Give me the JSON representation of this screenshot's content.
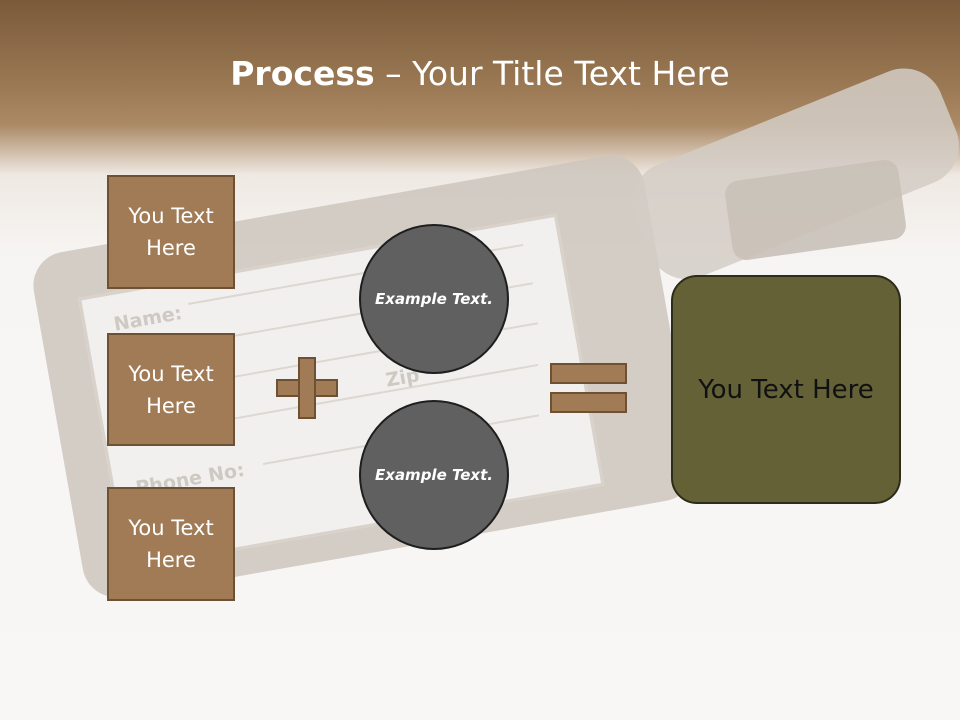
{
  "slide": {
    "title_bold": "Process",
    "title_rest": " – Your Title Text Here",
    "background_labels": [
      "Name:",
      "Zip",
      "Phone No:"
    ],
    "input_boxes": [
      {
        "text": "You Text Here"
      },
      {
        "text": "You Text Here"
      },
      {
        "text": "You Text Here"
      }
    ],
    "circles": [
      {
        "text": "Example Text."
      },
      {
        "text": "Example Text."
      }
    ],
    "result_text": "You Text Here",
    "colors": {
      "header": "#7a5a3a",
      "box_fill": "#a07b55",
      "box_border": "#6e5032",
      "circle_fill": "#606060",
      "result_fill": "#646137"
    }
  }
}
